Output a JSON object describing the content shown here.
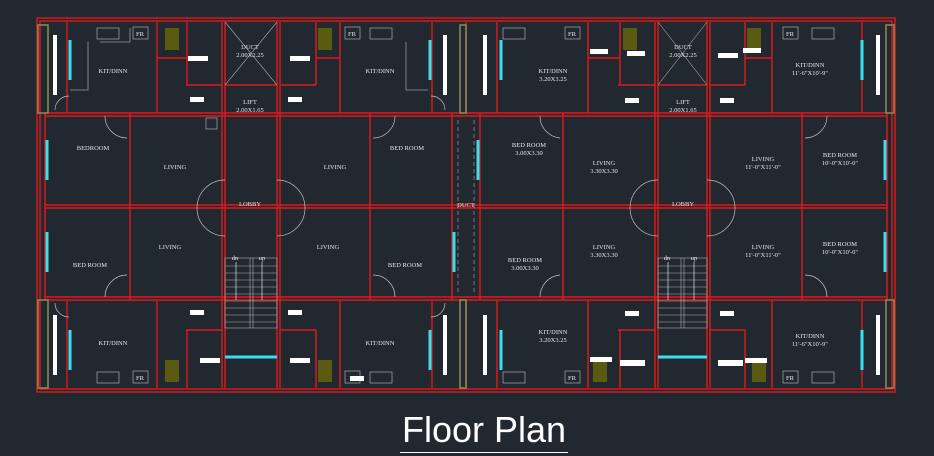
{
  "title": "Floor Plan",
  "rooms": {
    "top": {
      "kit1": "KIT/DINN",
      "duct1_name": "DUCT",
      "duct1_size": "2.00X2.25",
      "lift1_name": "LIFT",
      "lift1_size": "2.00X1.65",
      "kit2": "KIT/DINN",
      "kit3": "KIT/DINN",
      "kit3_size": "3.20X3.25",
      "duct2_name": "DUCT",
      "duct2_size": "2.00X2.25",
      "lift2_name": "LIFT",
      "lift2_size": "2.00X1.65",
      "kit4": "KIT/DINN",
      "kit4_size": "11'-6\"X10'-9\""
    },
    "middle_upper": {
      "bed1": "BEDROOM",
      "living1": "LIVING",
      "lobby1": "LOBBY",
      "living2": "LIVING",
      "bed2": "BED ROOM",
      "duct": "DUCT",
      "bed3": "BED ROOM",
      "bed3_size": "3.00X3.30",
      "living3": "LIVING",
      "living3_size": "3.30X3.30",
      "lobby2": "LOBBY",
      "living4": "LIVING",
      "living4_size": "11'-0\"X11'-0\"",
      "bed4": "BED ROOM",
      "bed4_size": "10'-0\"X10'-0\""
    },
    "middle_lower": {
      "bed1": "BED ROOM",
      "living1": "LIVING",
      "living2": "LIVING",
      "bed2": "BED ROOM",
      "bed3": "BED ROOM",
      "bed3_size": "3.00X3.30",
      "living3": "LIVING",
      "living3_size": "3.30X3.30",
      "living4": "LIVING",
      "living4_size": "11'-0\"X11'-0\"",
      "bed4": "BED ROOM",
      "bed4_size": "10'-0\"X10'-0\""
    },
    "bottom": {
      "kit1": "KIT/DINN",
      "kit2": "KIT/DINN",
      "kit3": "KIT/DINN",
      "kit3_size": "3.20X3.25",
      "kit4": "KIT/DINN",
      "kit4_size": "11'-6\"X10'-9\""
    }
  },
  "fridge_label": "FR",
  "stairs": {
    "down": "dn",
    "up": "up"
  },
  "colors": {
    "background": "#212830",
    "walls": "#e0191b",
    "windows": "#35e0ef"
  }
}
